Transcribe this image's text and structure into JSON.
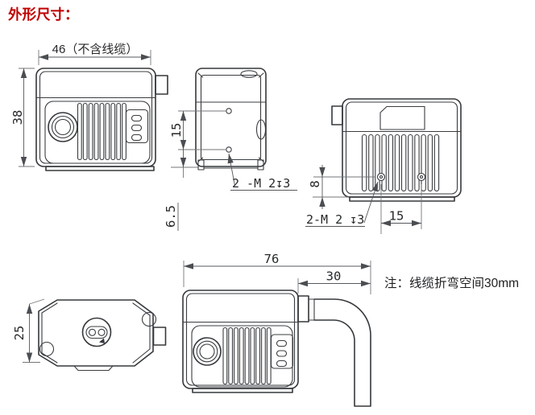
{
  "title": "外形尺寸：",
  "note": "注：线缆折弯空间30mm",
  "colors": {
    "title_red": "#c00000",
    "line_dark": "#35383c",
    "dim_gray": "#55585c"
  },
  "views": {
    "front": {
      "dim_width": "46（不含线缆）",
      "dim_height": "38"
    },
    "bottom": {
      "dim_hole_spacing": "15",
      "dim_edge_offset": "6.5",
      "thread_callout": "2 -M 2↧3"
    },
    "back": {
      "dim_hole_to_bottom": "8",
      "thread_callout": "2-M 2 ↧3",
      "dim_hole_spacing": "15"
    },
    "top": {
      "dim_depth": "25"
    },
    "side_cable": {
      "dim_total_length": "76",
      "dim_cable_bend": "30"
    }
  }
}
